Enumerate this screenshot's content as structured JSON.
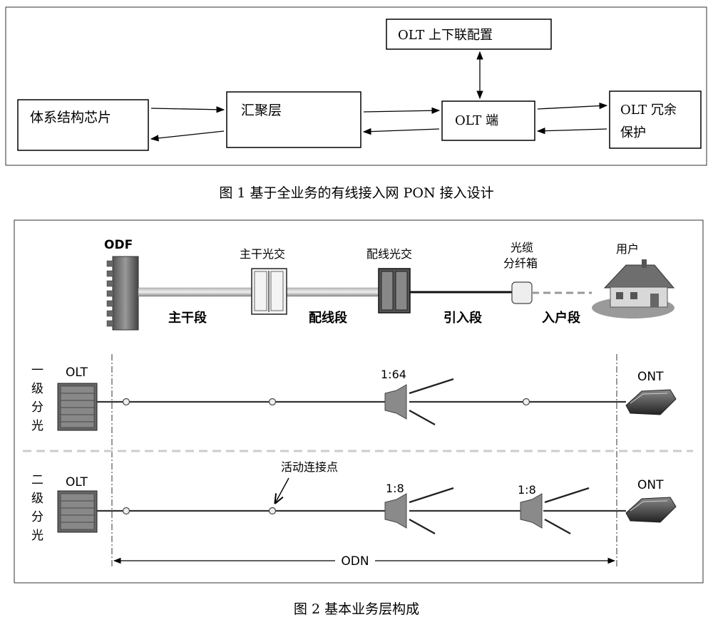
{
  "figure1": {
    "boxes": {
      "chip": "体系结构芯片",
      "aggregation": "汇聚层",
      "olt_end": "OLT 端",
      "olt_config": "OLT 上下联配置",
      "olt_redundancy_line1": "OLT 冗余",
      "olt_redundancy_line2": "保护"
    },
    "caption": "图 1   基于全业务的有线接入网 PON 接入设计"
  },
  "figure2": {
    "top": {
      "odf": "ODF",
      "trunk_cross": "主干光交",
      "dist_cross": "配线光交",
      "splice_box_line1": "光缆",
      "splice_box_line2": "分纤箱",
      "user": "用户",
      "seg_trunk": "主干段",
      "seg_dist": "配线段",
      "seg_drop": "引入段",
      "seg_home": "入户段"
    },
    "rows": [
      {
        "label_chars": [
          "一",
          "级",
          "分",
          "光"
        ],
        "olt": "OLT",
        "ont": "ONT",
        "ratio1": "1:64"
      },
      {
        "label_chars": [
          "二",
          "级",
          "分",
          "光"
        ],
        "olt": "OLT",
        "ont": "ONT",
        "ratio1": "1:8",
        "ratio2": "1:8"
      }
    ],
    "active_point": "活动连接点",
    "odn": "ODN",
    "caption": "图 2   基本业务层构成"
  }
}
